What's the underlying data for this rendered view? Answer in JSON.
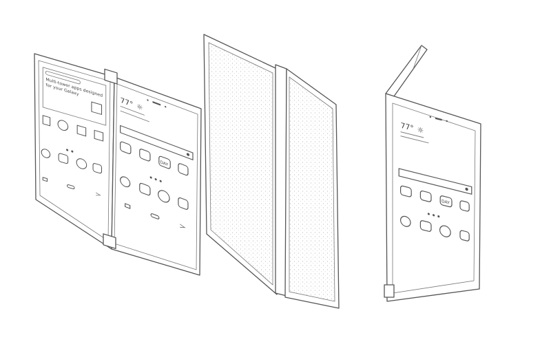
{
  "figure": {
    "left_device": {
      "banner_text_line1": "Multi-tower apps designed",
      "banner_text_line2": "for your Galaxy",
      "weather_temp": "77°",
      "day_icon_label": "DAY"
    },
    "right_device": {
      "weather_temp": "77°",
      "day_icon_label": "DAY"
    },
    "colors": {
      "line": "#555555",
      "texture": "#cfcfcf"
    }
  }
}
